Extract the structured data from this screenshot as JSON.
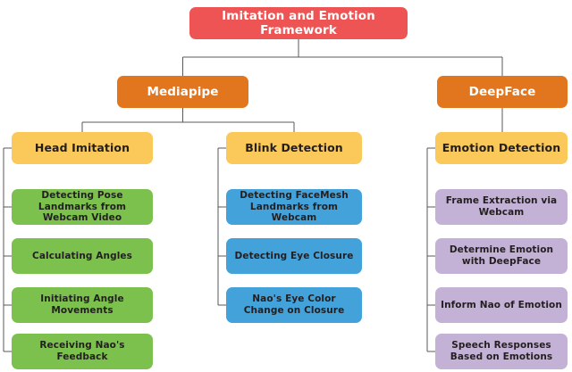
{
  "diagram": {
    "type": "tree-hierarchy",
    "title": "Imitation and Emotion Framework",
    "background_color": "#ffffff",
    "connector_color": "#595959",
    "colors": {
      "root": "#ef5455",
      "branch": "#e2761f",
      "module": "#fbc85a",
      "leaf_green": "#7cc04e",
      "leaf_blue": "#44a2da",
      "leaf_purple": "#c3b2d6",
      "root_text": "#ffffff",
      "branch_text": "#ffffff",
      "dark_text": "#231f20"
    },
    "root": {
      "label": "Imitation and Emotion Framework"
    },
    "branches": [
      {
        "label": "Mediapipe",
        "modules": [
          {
            "label": "Head Imitation",
            "leaves": [
              {
                "label": "Detecting Pose Landmarks from Webcam Video"
              },
              {
                "label": "Calculating Angles"
              },
              {
                "label": "Initiating Angle Movements"
              },
              {
                "label": "Receiving Nao's Feedback"
              }
            ]
          },
          {
            "label": "Blink Detection",
            "leaves": [
              {
                "label": "Detecting FaceMesh Landmarks from Webcam"
              },
              {
                "label": "Detecting Eye Closure"
              },
              {
                "label": "Nao's Eye Color Change on Closure"
              }
            ]
          }
        ]
      },
      {
        "label": "DeepFace",
        "modules": [
          {
            "label": "Emotion Detection",
            "leaves": [
              {
                "label": "Frame Extraction via Webcam"
              },
              {
                "label": "Determine Emotion with DeepFace"
              },
              {
                "label": "Inform Nao of Emotion"
              },
              {
                "label": "Speech Responses Based on Emotions"
              }
            ]
          }
        ]
      }
    ]
  }
}
